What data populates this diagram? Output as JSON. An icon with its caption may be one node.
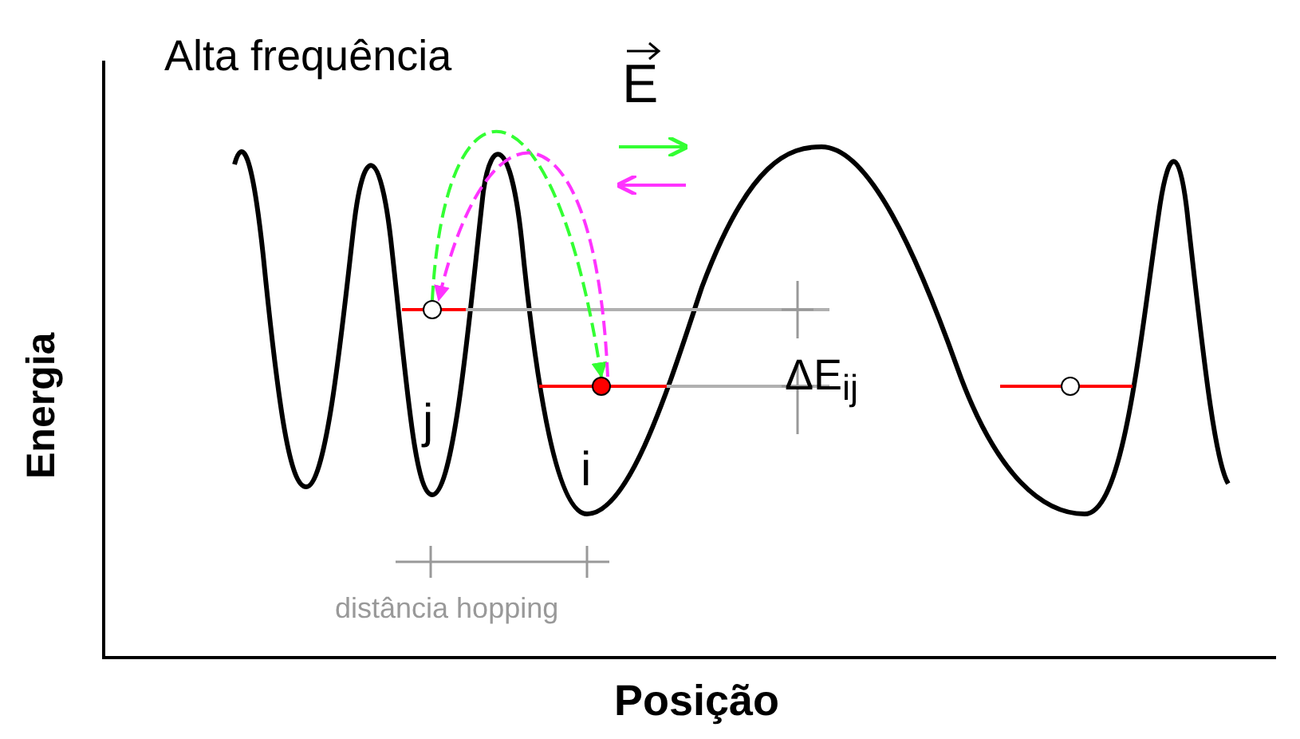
{
  "diagram": {
    "nodes": [
      {
        "text": [],
        "shape": "circle",
        "beside": [
          "j"
        ]
      },
      {
        "text": [],
        "shape": "circle",
        "beside": [
          "i"
        ]
      },
      {
        "text": [],
        "shape": "circle"
      }
    ],
    "edges": [
      {
        "from": 0,
        "to": 1,
        "arrow": "to",
        "style": "dashed",
        "color": "#33ff33"
      },
      {
        "from": 1,
        "to": 0,
        "arrow": "to",
        "style": "dashed",
        "color": "#ff33ff"
      }
    ],
    "labels": [
      "Alta frequência",
      "E",
      "ΔE$_{ij}$",
      "Energia",
      "distância hopping",
      "Posição"
    ]
  }
}
